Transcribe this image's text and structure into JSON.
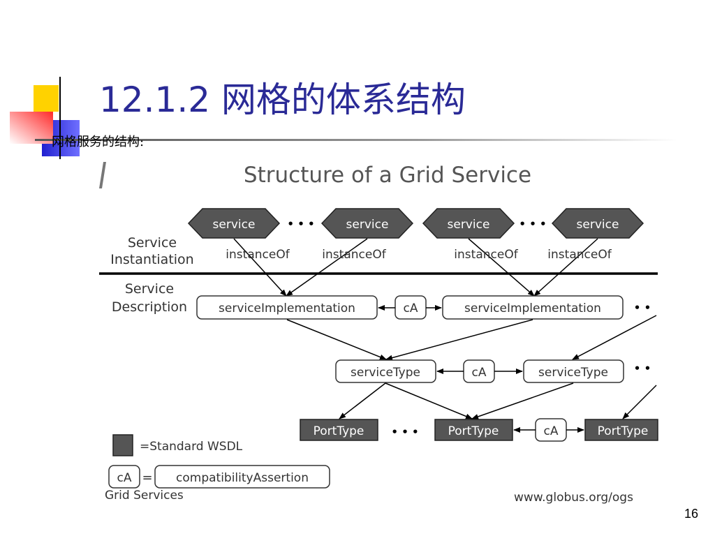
{
  "slide": {
    "title": "12.1.2 网格的体系结构",
    "subtitle": "网格服务的结构:",
    "page_number": "16"
  },
  "diagram": {
    "heading": "Structure of a Grid Service",
    "row_labels": {
      "instantiation_line1": "Service",
      "instantiation_line2": "Instantiation",
      "description_line1": "Service",
      "description_line2": "Description"
    },
    "service_label": "service",
    "instance_of_label": "instanceOf",
    "service_implementation_label": "serviceImplementation",
    "service_type_label": "serviceType",
    "port_type_label": "PortType",
    "ca_label": "cA",
    "ellipsis": "• • •",
    "ellipsis_short": "• •",
    "legend": {
      "standard_wsdl": "=Standard WSDL",
      "ca": "cA",
      "equals": "=",
      "compatibility_assertion": "compatibilityAssertion",
      "grid_services": "Grid Services"
    },
    "source_url": "www.globus.org/ogs"
  },
  "colors": {
    "title": "#2a2a96",
    "node_dark": "#555555",
    "node_text_light": "#ffffff",
    "diagram_text": "#333333",
    "accent_yellow": "#ffd200",
    "accent_red": "#f03c28",
    "accent_blue": "#2828d2"
  }
}
